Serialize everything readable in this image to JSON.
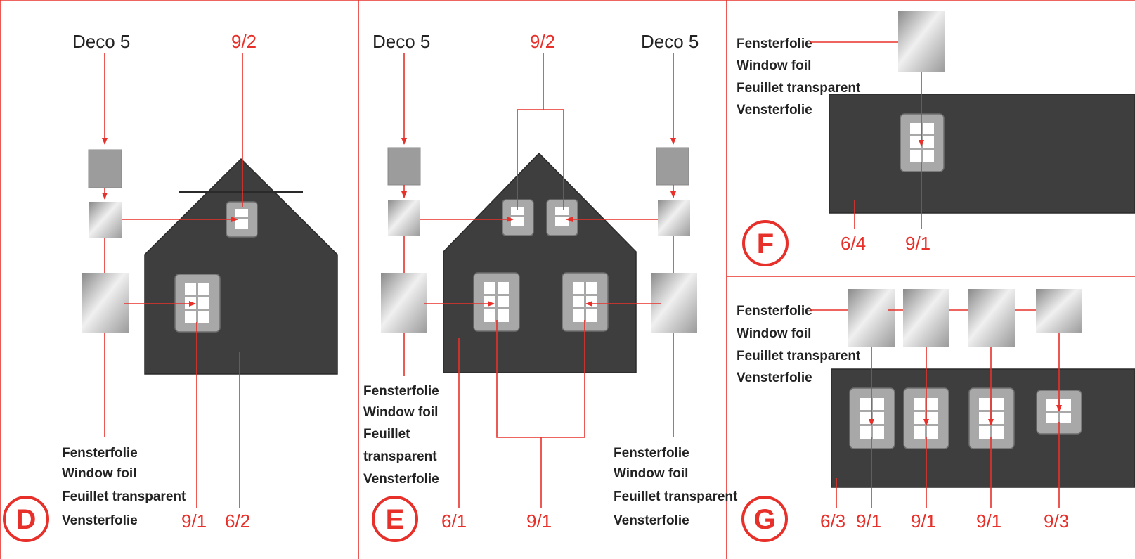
{
  "panels": [
    {
      "badge": "D",
      "deco_left": "Deco 5",
      "top_part": "9/2",
      "foil_text": [
        "Fensterfolie",
        "Window foil",
        "Feuillet transparent",
        "Vensterfolie"
      ],
      "bottom_parts": [
        "9/1",
        "6/2"
      ]
    },
    {
      "badge": "E",
      "deco_left": "Deco 5",
      "deco_right": "Deco 5",
      "top_part": "9/2",
      "foil_text_left": [
        "Fensterfolie",
        "Window foil",
        "Feuillet",
        "transparent",
        "Vensterfolie"
      ],
      "foil_text_right": [
        "Fensterfolie",
        "Window foil",
        "Feuillet transparent",
        "Vensterfolie"
      ],
      "bottom_parts": [
        "6/1",
        "9/1"
      ]
    },
    {
      "badge": "F",
      "foil_text": [
        "Fensterfolie",
        "Window foil",
        "Feuillet transparent",
        "Vensterfolie"
      ],
      "bottom_parts": [
        "6/4",
        "9/1"
      ]
    },
    {
      "badge": "G",
      "foil_text": [
        "Fensterfolie",
        "Window foil",
        "Feuillet transparent",
        "Vensterfolie"
      ],
      "bottom_parts": [
        "6/3",
        "9/1",
        "9/1",
        "9/1",
        "9/3"
      ]
    }
  ],
  "colors": {
    "accent": "#e8302a",
    "wall": "#3e3e3e",
    "frame": "#a8a8a8"
  }
}
